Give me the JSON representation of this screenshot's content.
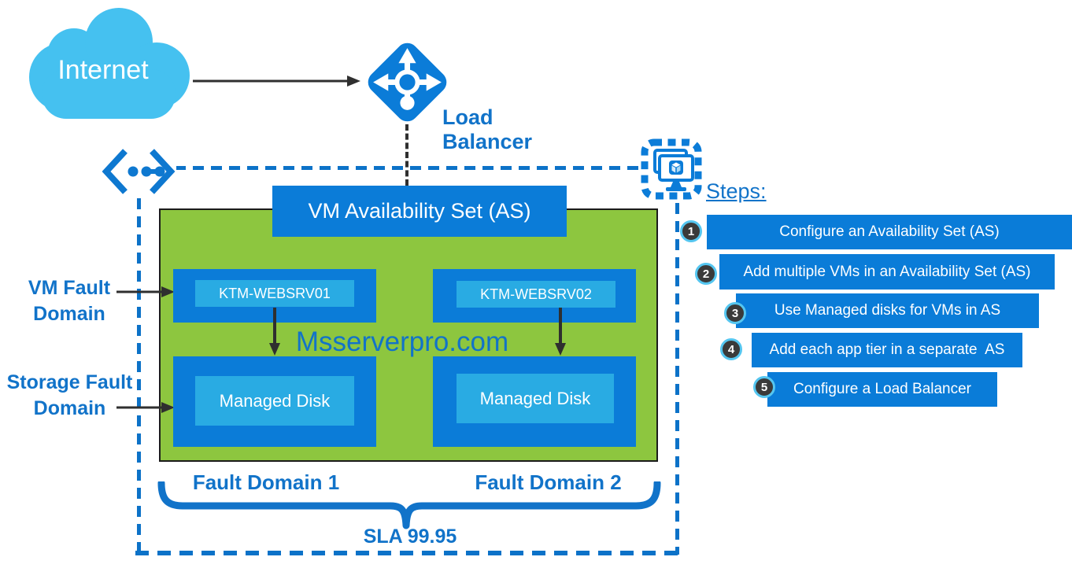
{
  "internet": {
    "label": "Internet"
  },
  "load_balancer": {
    "label": "Load Balancer"
  },
  "availability_set": {
    "title": "VM Availability Set (AS)"
  },
  "watermark": {
    "text": "Msserverpro.com"
  },
  "left_labels": {
    "vm_fault": {
      "line1": "VM Fault",
      "line2": "Domain"
    },
    "storage_fault": {
      "line1": "Storage Fault",
      "line2": "Domain"
    }
  },
  "fault_domains": [
    {
      "vm_name": "KTM-WEBSRV01",
      "disk_label": "Managed Disk",
      "domain_label": "Fault Domain 1"
    },
    {
      "vm_name": "KTM-WEBSRV02",
      "disk_label": "Managed Disk",
      "domain_label": "Fault Domain 2"
    }
  ],
  "sla": {
    "label": "SLA 99.95"
  },
  "steps": {
    "heading": "Steps:",
    "items": [
      {
        "number": "1",
        "label": "Configure an Availability Set (AS)"
      },
      {
        "number": "2",
        "label": "Add multiple VMs in an Availability Set (AS)"
      },
      {
        "number": "3",
        "label": "Use Managed disks for VMs in AS"
      },
      {
        "number": "4",
        "label": "Add each app tier in a separate  AS"
      },
      {
        "number": "5",
        "label": "Configure a Load Balancer"
      }
    ]
  },
  "icons": {
    "cloud": "internet-cloud-icon",
    "load_balancer": "load-balancer-icon",
    "virtual_network": "virtual-network-icon",
    "availability_set": "availability-set-icon"
  },
  "colors": {
    "azure_blue": "#0b7cd8",
    "light_blue": "#29abe3",
    "green": "#8dc63f",
    "cloud_blue": "#45c1f0",
    "label_blue": "#1173c9",
    "dash_blue": "#0c72c8",
    "arrow_black": "#2f2f2f",
    "step_circle_fill": "#3a3a3a",
    "step_circle_ring": "#55c6f0"
  }
}
